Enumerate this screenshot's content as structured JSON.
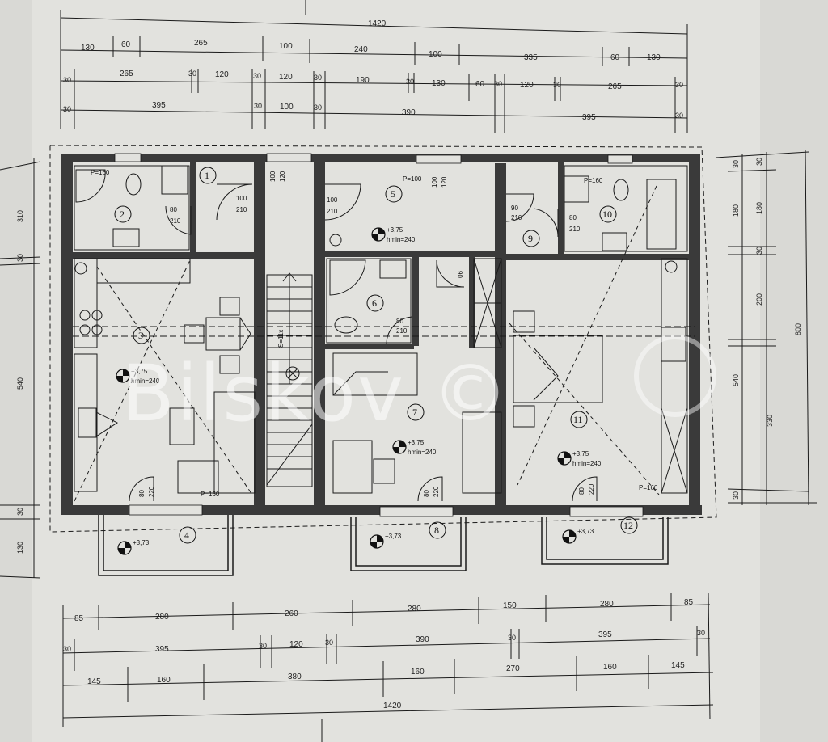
{
  "dims_top": {
    "overall": "1420",
    "row1": [
      "130",
      "60",
      "265",
      "100",
      "240",
      "100",
      "335",
      "60",
      "130"
    ],
    "row2": [
      "30",
      "265",
      "30",
      "120",
      "30",
      "120",
      "30",
      "190",
      "30",
      "130",
      "60",
      "30",
      "120",
      "30",
      "265",
      "30"
    ],
    "row3": [
      "30",
      "395",
      "30",
      "100",
      "30",
      "390",
      "395",
      "30"
    ]
  },
  "dims_bottom": {
    "row1": [
      "85",
      "280",
      "260",
      "280",
      "150",
      "280",
      "85"
    ],
    "row2": [
      "30",
      "395",
      "30",
      "120",
      "30",
      "390",
      "30",
      "395",
      "30"
    ],
    "row3": [
      "145",
      "160",
      "380",
      "160",
      "270",
      "160",
      "145"
    ],
    "overall": "1420"
  },
  "dims_left": [
    "310",
    "540",
    "130",
    "30",
    "30"
  ],
  "dims_right": {
    "inner": [
      "30",
      "180",
      "200",
      "330",
      "30"
    ],
    "outer": [
      "540",
      "800"
    ],
    "mid": [
      "30",
      "180",
      "30"
    ]
  },
  "rooms": [
    "1",
    "2",
    "3",
    "4",
    "5",
    "6",
    "7",
    "8",
    "9",
    "10",
    "11",
    "12"
  ],
  "doors": {
    "d1": [
      "100",
      "210"
    ],
    "d2": [
      "80",
      "210"
    ],
    "d3": [
      "100",
      "210"
    ],
    "d4": [
      "90",
      "210"
    ],
    "d5": [
      "80",
      "210"
    ],
    "d6": [
      "80",
      "210"
    ],
    "d7": [
      "90"
    ],
    "stair_w": [
      "100",
      "120"
    ],
    "win5": [
      "P=100",
      "100",
      "120"
    ],
    "p160a": "P=160",
    "p160b": "P=160",
    "p160c": "P=160",
    "p160d": "P=160",
    "balc_dims": [
      "80",
      "220"
    ]
  },
  "levels": {
    "main": "+3,75",
    "hmin": "hmin=240",
    "balcony": "+3,73"
  },
  "stair_note": "S=11x",
  "watermark": "Bilskov ©"
}
